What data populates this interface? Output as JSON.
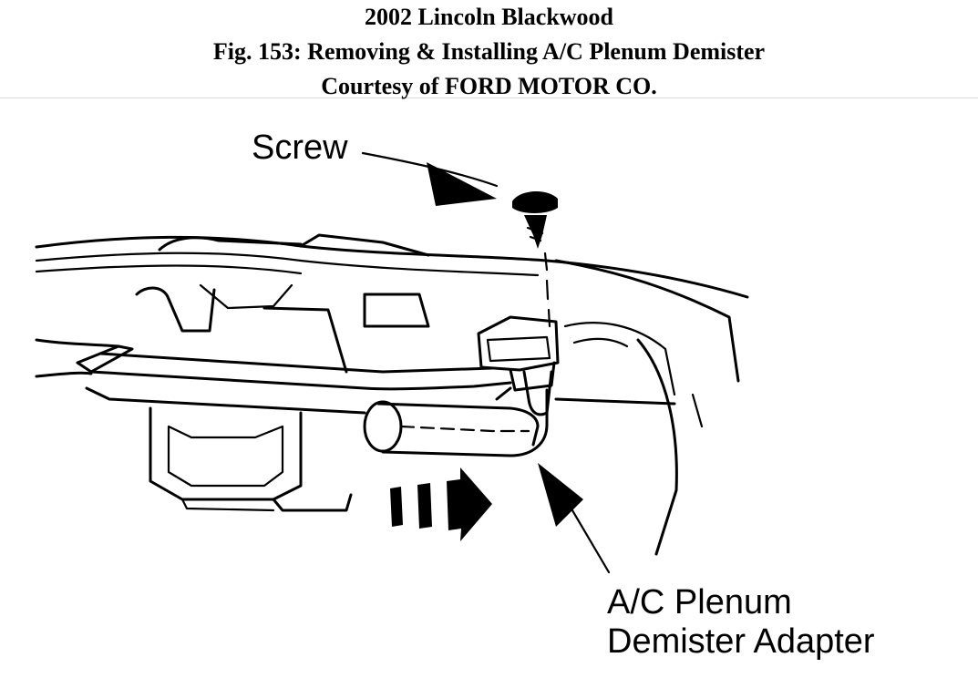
{
  "header": {
    "line1": "2002 Lincoln Blackwood",
    "line2": "Fig. 153: Removing & Installing A/C Plenum Demister",
    "line3": "Courtesy of FORD MOTOR CO."
  },
  "labels": {
    "screw": "Screw",
    "adapter_line1": "A/C Plenum",
    "adapter_line2": "Demister Adapter"
  }
}
